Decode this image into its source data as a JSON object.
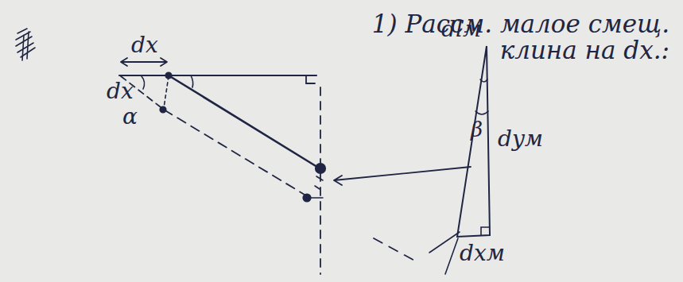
{
  "diagram": {
    "labels": [
      "1) Рассм. малое смещ. клина на dx.:",
      "dx",
      "dx",
      "α",
      "dlм",
      "β",
      "dyм",
      "dxм"
    ]
  }
}
